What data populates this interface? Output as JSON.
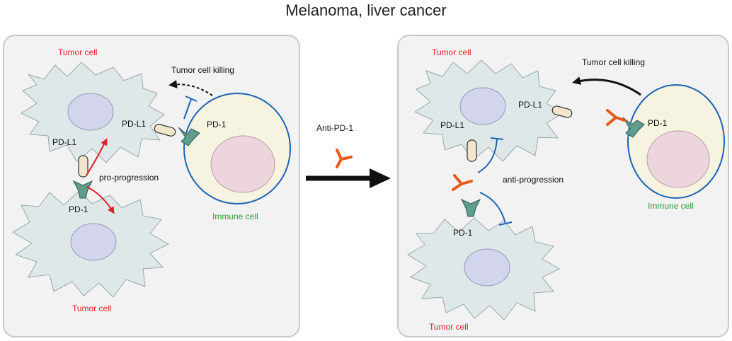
{
  "title": "Melanoma, liver cancer",
  "left_panel": {
    "tumor_top_label": "Tumor cell",
    "tumor_bottom_label": "Tumor cell",
    "killing_label": "Tumor cell killing",
    "pdl1_right_label": "PD-L1",
    "pdl1_left_label": "PD-L1",
    "pd1_immune_label": "PD-1",
    "pd1_tumor_label": "PD-1",
    "progression_label": "pro-progression",
    "immune_label": "Immune cell"
  },
  "middle": {
    "drug_label": "Anti-PD-1"
  },
  "right_panel": {
    "tumor_top_label": "Tumor cell",
    "tumor_bottom_label": "Tumor cell",
    "killing_label": "Tumor cell killing",
    "pdl1_right_label": "PD-L1",
    "pdl1_left_label": "PD-L1",
    "pd1_immune_label": "PD-1",
    "pd1_tumor_label": "PD-1",
    "progression_label": "anti-progression",
    "immune_label": "Immune cell"
  },
  "colors": {
    "panel_fill": "#f2f2f2",
    "panel_border": "#c8c8c8",
    "tumor_fill": "#dfe8e8",
    "nucleus_fill": "#d2d5ec",
    "immune_fill": "#f6f3e0",
    "immune_border": "#1c64b4",
    "immune_nucleus": "#ecd5dc",
    "pd1_color": "#5e9c8c",
    "pdl1_color": "#f1e6cc",
    "antibody_color": "#e85a18",
    "red_arrow": "#e0202b",
    "inhibit_blue": "#1c64b4"
  }
}
